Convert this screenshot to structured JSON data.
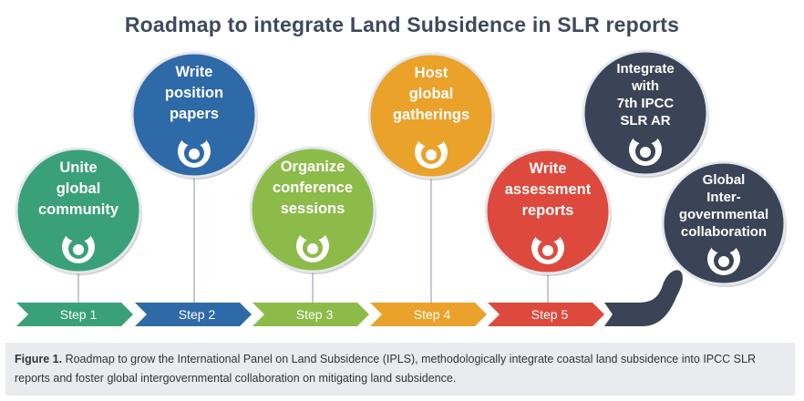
{
  "title": "Roadmap to integrate Land Subsidence in SLR reports",
  "colors": {
    "step1": "#3aa07a",
    "step2": "#2f6aa8",
    "step3": "#8dbb4a",
    "step4": "#eba22a",
    "step5": "#dd4a3d",
    "dark": "#3b4456",
    "stem": "#b0b7c3"
  },
  "milestones": [
    {
      "lines": [
        "Unite",
        "global",
        "community"
      ],
      "icon": "person-icon",
      "color": "#3aa07a"
    },
    {
      "lines": [
        "Write",
        "position",
        "papers"
      ],
      "icon": "person-icon",
      "color": "#2f6aa8"
    },
    {
      "lines": [
        "Organize",
        "conference",
        "sessions"
      ],
      "icon": "person-icon",
      "color": "#8dbb4a"
    },
    {
      "lines": [
        "Host",
        "global",
        "gatherings"
      ],
      "icon": "person-icon",
      "color": "#eba22a"
    },
    {
      "lines": [
        "Write",
        "assessment",
        "reports"
      ],
      "icon": "person-icon",
      "color": "#dd4a3d"
    },
    {
      "lines": [
        "Integrate",
        "with",
        "7th IPCC",
        "SLR AR"
      ],
      "icon": "person-icon",
      "color": "#3b4456"
    },
    {
      "lines": [
        "Global",
        "Inter-",
        "governmental",
        "collaboration"
      ],
      "icon": "person-icon",
      "color": "#3b4456"
    }
  ],
  "steps": [
    "Step 1",
    "Step 2",
    "Step 3",
    "Step 4",
    "Step 5"
  ],
  "caption": {
    "label": "Figure 1.",
    "text": " Roadmap to grow the International Panel on Land Subsidence (IPLS), methodologically integrate coastal land subsidence into IPCC SLR reports and foster global intergovernmental collaboration on mitigating land subsidence."
  }
}
